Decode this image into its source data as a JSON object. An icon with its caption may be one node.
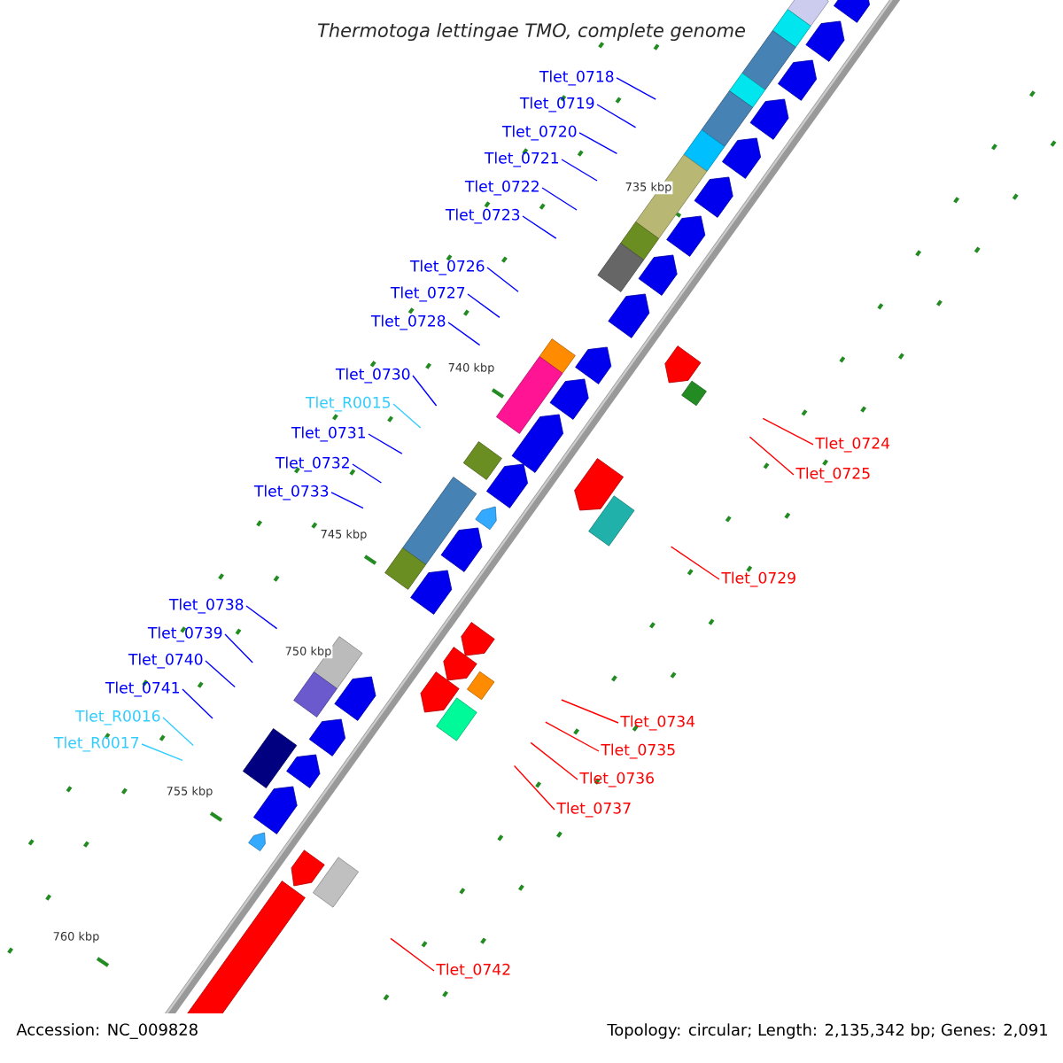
{
  "diagram": {
    "title": "Thermotoga lettingae TMO, complete genome",
    "nodes": [
      {
        "text": [
          "Tlet_0718"
        ]
      },
      {
        "text": [
          "Tlet_0719"
        ]
      },
      {
        "text": [
          "Tlet_0720"
        ]
      },
      {
        "text": [
          "Tlet_0721"
        ]
      },
      {
        "text": [
          "Tlet_0722"
        ]
      },
      {
        "text": [
          "Tlet_0723"
        ]
      },
      {
        "text": [
          "Tlet_0726"
        ]
      },
      {
        "text": [
          "Tlet_0727"
        ]
      },
      {
        "text": [
          "Tlet_0728"
        ]
      },
      {
        "text": [
          "Tlet_0730"
        ]
      },
      {
        "text": [
          "Tlet_R0015"
        ]
      },
      {
        "text": [
          "Tlet_0731"
        ]
      },
      {
        "text": [
          "Tlet_0724"
        ]
      },
      {
        "text": [
          "Tlet_0732"
        ]
      },
      {
        "text": [
          "Tlet_0725"
        ]
      },
      {
        "text": [
          "Tlet_0733"
        ]
      },
      {
        "text": [
          "Tlet_0729"
        ]
      },
      {
        "text": [
          "Tlet_0738"
        ]
      },
      {
        "text": [
          "Tlet_0739"
        ]
      },
      {
        "text": [
          "Tlet_0740"
        ]
      },
      {
        "text": [
          "Tlet_0741"
        ]
      },
      {
        "text": [
          "Tlet_R0016"
        ]
      },
      {
        "text": [
          "Tlet_0734"
        ]
      },
      {
        "text": [
          "Tlet_R0017"
        ]
      },
      {
        "text": [
          "Tlet_0735"
        ]
      },
      {
        "text": [
          "Tlet_0736"
        ]
      },
      {
        "text": [
          "Tlet_0737"
        ]
      },
      {
        "text": [
          "Tlet_0742"
        ]
      }
    ],
    "edges": [
      {
        "from": 0,
        "to": null,
        "arrow": "none"
      },
      {
        "from": 1,
        "to": null,
        "arrow": "none"
      },
      {
        "from": 2,
        "to": null,
        "arrow": "none"
      },
      {
        "from": 3,
        "to": null,
        "arrow": "none"
      },
      {
        "from": 4,
        "to": null,
        "arrow": "none"
      },
      {
        "from": 5,
        "to": null,
        "arrow": "none"
      },
      {
        "from": 6,
        "to": null,
        "arrow": "none"
      },
      {
        "from": 7,
        "to": null,
        "arrow": "none"
      },
      {
        "from": 8,
        "to": null,
        "arrow": "none"
      },
      {
        "from": 9,
        "to": null,
        "arrow": "none"
      },
      {
        "from": 10,
        "to": null,
        "arrow": "none",
        "color": "#33ccff"
      },
      {
        "from": 11,
        "to": null,
        "arrow": "none"
      },
      {
        "from": 12,
        "to": null,
        "arrow": "none",
        "color": "#ff0000"
      },
      {
        "from": 13,
        "to": null,
        "arrow": "none"
      },
      {
        "from": 14,
        "to": null,
        "arrow": "none",
        "color": "#ff0000"
      },
      {
        "from": 15,
        "to": null,
        "arrow": "none"
      },
      {
        "from": 16,
        "to": null,
        "arrow": "none",
        "color": "#ff0000"
      },
      {
        "from": 17,
        "to": null,
        "arrow": "none"
      },
      {
        "from": 18,
        "to": null,
        "arrow": "none"
      },
      {
        "from": 19,
        "to": null,
        "arrow": "none"
      },
      {
        "from": 20,
        "to": null,
        "arrow": "none"
      },
      {
        "from": 21,
        "to": null,
        "arrow": "none",
        "color": "#33ccff"
      },
      {
        "from": 22,
        "to": null,
        "arrow": "none",
        "color": "#ff0000"
      },
      {
        "from": 23,
        "to": null,
        "arrow": "none",
        "color": "#33ccff"
      },
      {
        "from": 24,
        "to": null,
        "arrow": "none",
        "color": "#ff0000"
      },
      {
        "from": 25,
        "to": null,
        "arrow": "none",
        "color": "#ff0000"
      },
      {
        "from": 26,
        "to": null,
        "arrow": "none",
        "color": "#ff0000"
      },
      {
        "from": 27,
        "to": null,
        "arrow": "none",
        "color": "#ff0000"
      }
    ],
    "labels": [
      "735 kbp",
      "740 kbp",
      "745 kbp",
      "750 kbp",
      "755 kbp",
      "760 kbp",
      "Accession: NC_009828",
      "Topology: circular; Length: 2,135,342 bp; Genes: 2,091"
    ]
  }
}
